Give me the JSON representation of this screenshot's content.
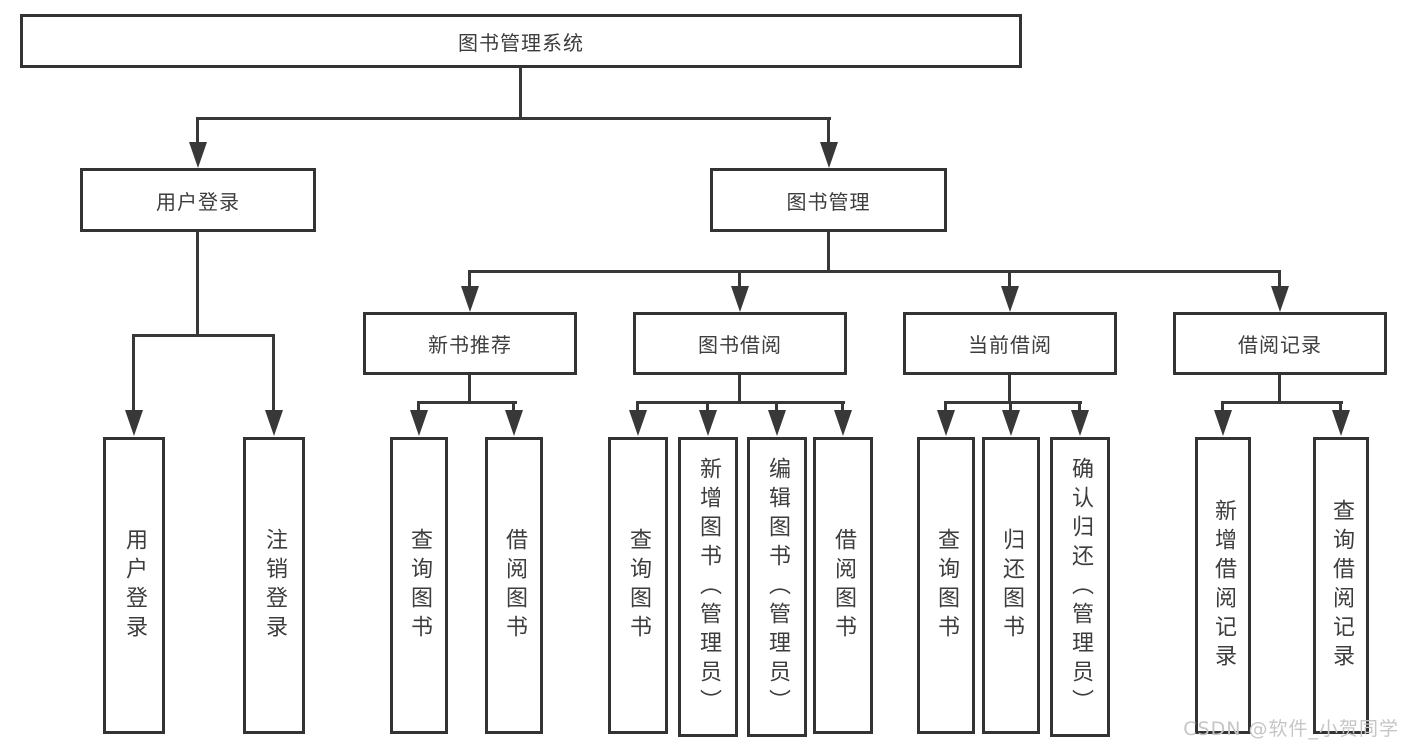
{
  "nodes": {
    "root": "图书管理系统",
    "level2": [
      "用户登录",
      "图书管理"
    ],
    "level3": [
      "新书推荐",
      "图书借阅",
      "当前借阅",
      "借阅记录"
    ],
    "leaves": [
      "用户登录",
      "注销登录",
      "查询图书",
      "借阅图书",
      "查询图书",
      "新增图书（管理员）",
      "编辑图书（管理员）",
      "借阅图书",
      "查询图书",
      "归还图书",
      "确认归还（管理员）",
      "新增借阅记录",
      "查询借阅记录"
    ]
  },
  "watermark": "CSDN @软件_小贺同学",
  "colors": {
    "box_border": "#333333",
    "line": "#383838",
    "text": "#3d3d3d",
    "watermark": "#c6c6c6",
    "background": "#ffffff"
  }
}
